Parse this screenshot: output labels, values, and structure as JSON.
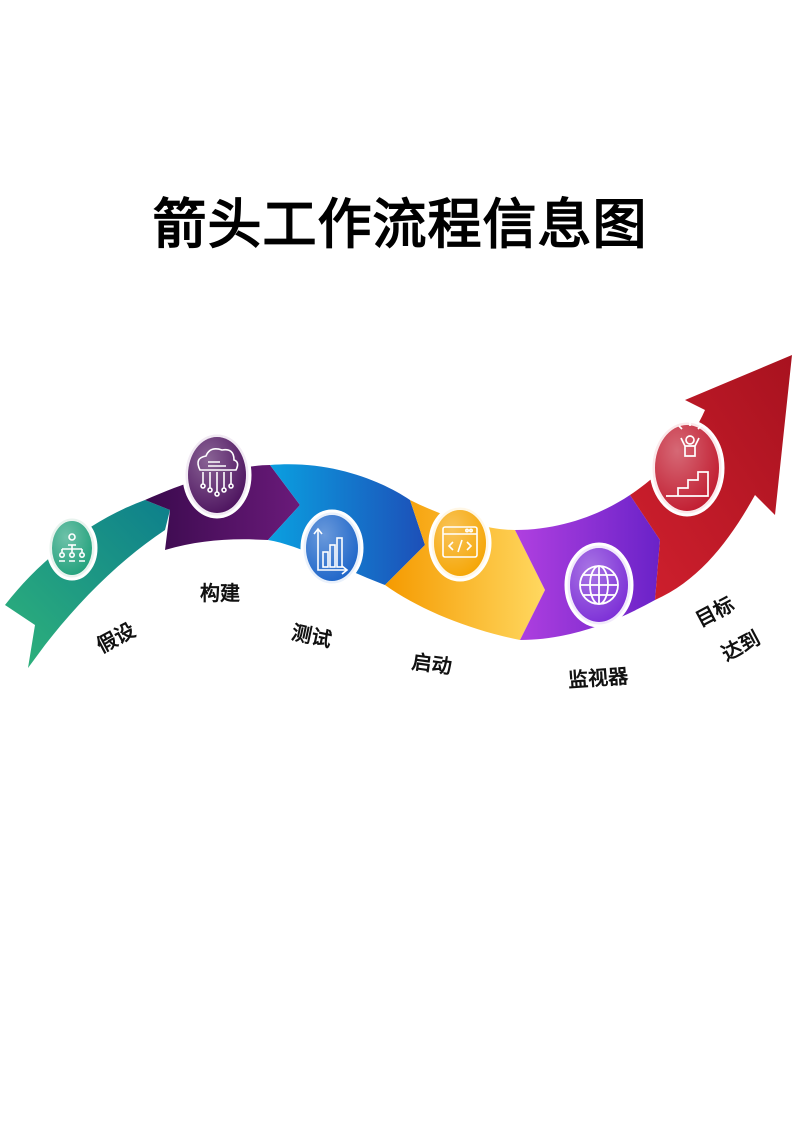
{
  "title": "箭头工作流程信息图",
  "steps": [
    {
      "label": "假设",
      "icon": "org-chart-icon",
      "color": "#1fa07a"
    },
    {
      "label": "构建",
      "icon": "cloud-network-icon",
      "color": "#4a0f5c"
    },
    {
      "label": "测试",
      "icon": "bar-chart-icon",
      "color": "#1a63c8"
    },
    {
      "label": "启动",
      "icon": "code-window-icon",
      "color": "#f5a400"
    },
    {
      "label": "监视器",
      "icon": "globe-icon",
      "color": "#7a2bd6"
    },
    {
      "label": "目标",
      "label2": "达到",
      "icon": "goal-stairs-icon",
      "color": "#c0182c"
    }
  ]
}
